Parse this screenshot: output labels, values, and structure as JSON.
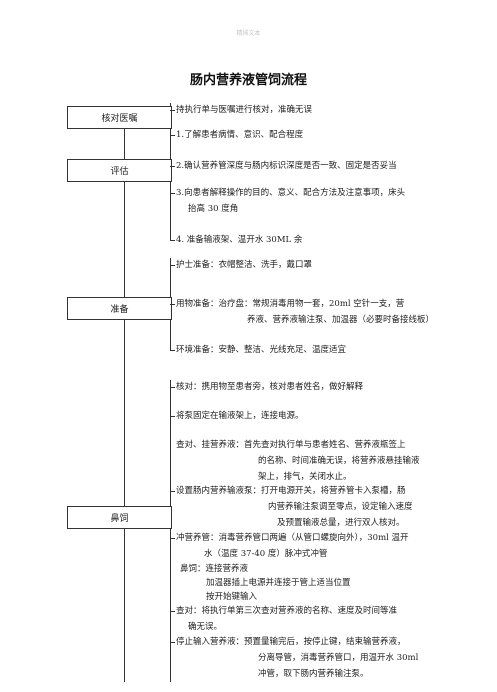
{
  "header": {
    "watermark": "精排文本"
  },
  "title": "肠内营养液管饲流程",
  "steps": [
    {
      "label": "核对医嘱",
      "items": [
        {
          "text": "持执行单与医嘱进行核对，准确无误"
        }
      ]
    },
    {
      "label": "评估",
      "items": [
        {
          "text": "1.了解患者病情、意识、配合程度"
        },
        {
          "text": "2.确认营养管深度与肠内标识深度是否一致、固定是否妥当"
        },
        {
          "text": "3.向患者解释操作的目的、意义、配合方法及注意事项，床头",
          "cont": [
            "抬高 30 度角"
          ]
        },
        {
          "text": "4. 准备输液架、温开水 30ML 余"
        }
      ]
    },
    {
      "label": "准备",
      "items": [
        {
          "text": "护士准备：衣帽整洁、洗手，戴口罩"
        },
        {
          "text": "用物准备：治疗盘：常规消毒用物一套，20ml 空针一支，营",
          "cont": [
            "养液、营养液输注泵、加温器（必要时备接线板）"
          ]
        },
        {
          "text": "环境准备：安静、整洁、光线充足、温度适宜"
        }
      ]
    },
    {
      "label": "鼻饲",
      "items": [
        {
          "text": "核对：携用物至患者旁，核对患者姓名，做好解释"
        },
        {
          "text": "将泵固定在输液架上，连接电源。"
        },
        {
          "text": "查对、挂营养液：首先查对执行单与患者姓名、营养液瓶签上",
          "cont": [
            "的名称、时间准确无误，将营养液悬挂输液",
            "架上，排气，关闭水止。"
          ]
        },
        {
          "text": "设置肠内营养输液泵：打开电源开关，将营养管卡入泵槽，肠",
          "cont": [
            "内营养输注泵调至零点，设定输入速度",
            "及预置输液总量，进行双人核对。"
          ]
        },
        {
          "text": "冲营养管：消毒营养管口两遍（从管口螺旋向外），30ml 温开",
          "cont": [
            "水（温度 37-40 度）脉冲式冲管"
          ]
        },
        {
          "text": "鼻饲：连接营养液",
          "cont": [
            "加温器插上电源并连接于管上适当位置",
            "按开始键输入"
          ]
        },
        {
          "text": "查对：将执行单第三次查对营养液的名称、速度及时间等准",
          "cont": [
            "确无误。"
          ]
        },
        {
          "text": "停止输入营养液：预置量输完后，按停止键，结束输营养液，",
          "cont": [
            "分离导管，消毒营养管口，用温开水 30ml",
            "冲管，取下肠内营养输注泵。"
          ]
        }
      ]
    }
  ]
}
